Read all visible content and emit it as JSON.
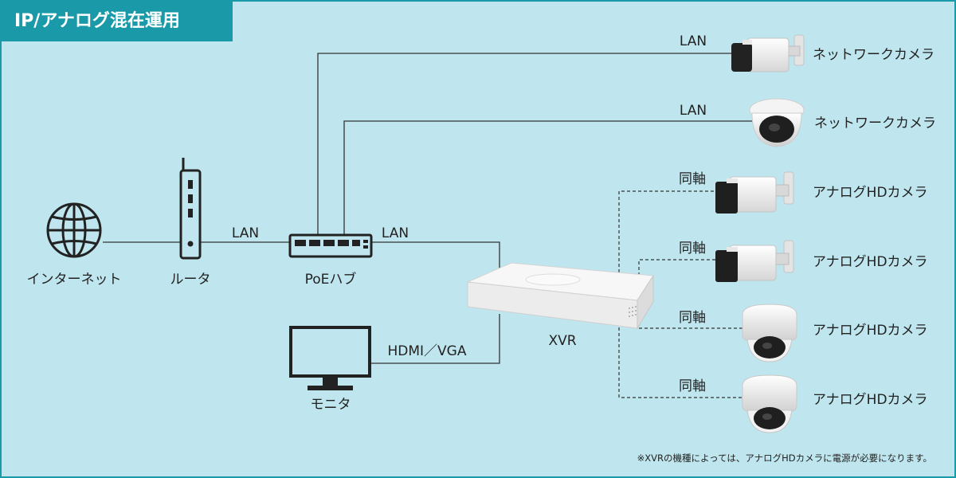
{
  "title": "IP/アナログ混在運用",
  "devices": {
    "internet": "インターネット",
    "router": "ルータ",
    "poe_hub": "PoEハブ",
    "monitor": "モニタ",
    "xvr": "XVR"
  },
  "links": {
    "router_to_hub": "LAN",
    "hub_to_xvr": "LAN",
    "monitor_to_xvr": "HDMI／VGA",
    "hub_to_cam1": "LAN",
    "hub_to_cam2": "LAN",
    "xvr_to_cam3": "同軸",
    "xvr_to_cam4": "同軸",
    "xvr_to_cam5": "同軸",
    "xvr_to_cam6": "同軸"
  },
  "cameras": [
    {
      "label": "ネットワークカメラ"
    },
    {
      "label": "ネットワークカメラ"
    },
    {
      "label": "アナログHDカメラ"
    },
    {
      "label": "アナログHDカメラ"
    },
    {
      "label": "アナログHDカメラ"
    },
    {
      "label": "アナログHDカメラ"
    }
  ],
  "footnote": "※XVRの機種によっては、アナログHDカメラに電源が必要になります。",
  "colors": {
    "background": "#bfe6ee",
    "accent": "#1a9aa8",
    "line": "#333333"
  }
}
